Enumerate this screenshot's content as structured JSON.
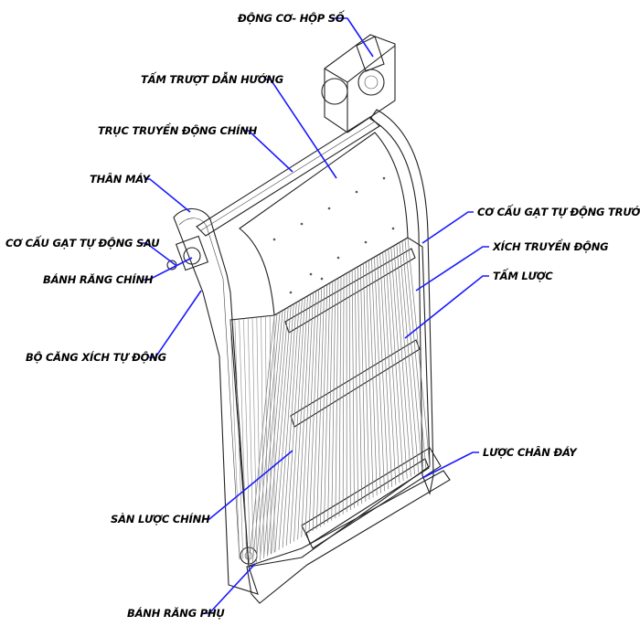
{
  "labels": {
    "motor_gearbox": "ĐỘNG CƠ- HỘP SỐ",
    "guide_plate": "TẤM TRƯỢT DẪN HƯỚNG",
    "main_shaft": "TRỤC TRUYỀN ĐỘNG CHÍNH",
    "frame": "THÂN MÁY",
    "rear_scraper": "CƠ CẤU GẠT TỰ ĐỘNG SAU",
    "main_gear": "BÁNH RĂNG CHÍNH",
    "chain_tensioner": "BỘ CĂNG XÍCH TỰ ĐỘNG",
    "front_scraper": "CƠ CẤU GẠT TỰ ĐỘNG TRƯỚC",
    "drive_chain": "XÍCH TRUYỀN ĐỘNG",
    "rake_plate": "TẤM LƯỢC",
    "bottom_rake": "LƯỢC CHÂN ĐÁY",
    "main_rake_floor": "SÀN LƯỢC CHÍNH",
    "aux_gear": "BÁNH RĂNG PHỤ"
  },
  "colors": {
    "leader": "#1a1aff",
    "label": "#000000",
    "accent": "#2a2a9a"
  }
}
